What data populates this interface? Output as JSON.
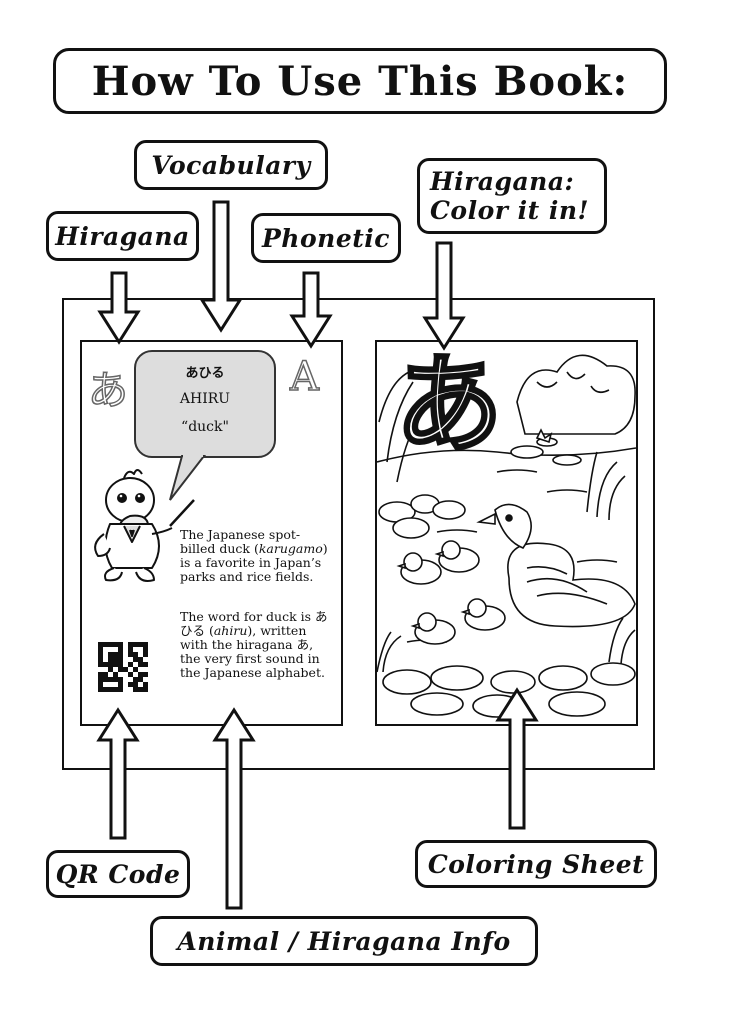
{
  "title": "How To Use This Book:",
  "labels": {
    "vocabulary": "Vocabulary",
    "hiragana": "Hiragana",
    "phonetic": "Phonetic",
    "hiragana_color_line1": "Hiragana:",
    "hiragana_color_line2": "Color it in!",
    "qr_code": "QR Code",
    "coloring_sheet": "Coloring Sheet",
    "animal_info": "Animal / Hiragana Info"
  },
  "left_page": {
    "hiragana_char": "あ",
    "phonetic_char": "A",
    "vocab_kana": "あひる",
    "vocab_romaji": "AHIRU",
    "vocab_meaning": "“duck\"",
    "paragraph1_a": "The Japanese spot-billed duck (",
    "paragraph1_italic": "karugamo",
    "paragraph1_b": ") is a favorite in Japan’s parks and rice fields.",
    "paragraph2_a": "The word for duck is あひる (",
    "paragraph2_italic": "ahiru",
    "paragraph2_b": "), written with the hiragana あ, the very first sound in the Japanese alphabet."
  },
  "right_page": {
    "coloring_char": "あ"
  }
}
